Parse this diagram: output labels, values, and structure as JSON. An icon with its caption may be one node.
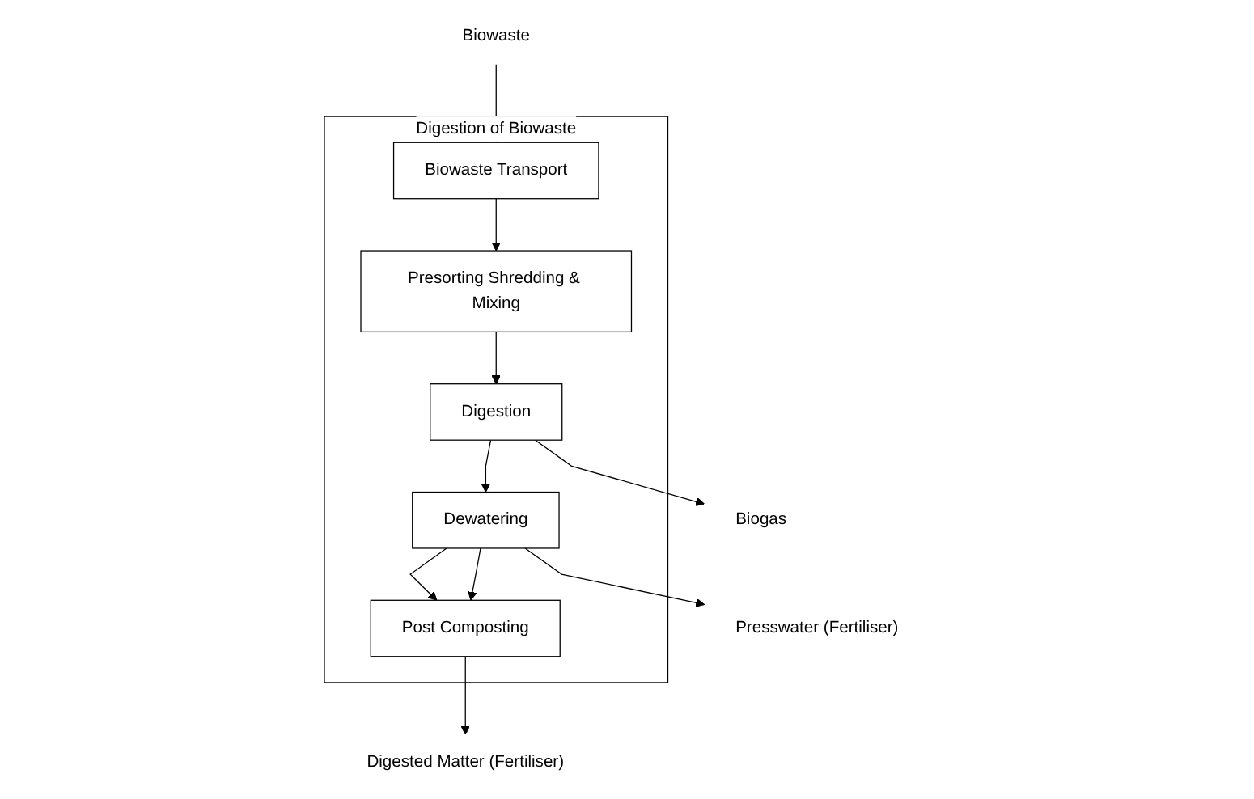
{
  "diagram": {
    "nodes": [
      {
        "text": [
          "Biowaste"
        ]
      },
      {
        "text": [
          "Digestion of Biowaste"
        ]
      },
      {
        "text": [
          "Biowaste Transport"
        ],
        "in": 1
      },
      {
        "text": [
          "Presorting Shredding & Mixing"
        ],
        "in": 1
      },
      {
        "text": [
          "Digestion"
        ],
        "in": 1
      },
      {
        "text": [
          "Dewatering"
        ],
        "in": 1
      },
      {
        "text": [
          "Post Composting"
        ],
        "in": 1
      },
      {
        "text": [
          "Presswater (Fertiliser)"
        ]
      },
      {
        "text": [
          "Digested Matter (Fertiliser)"
        ]
      },
      {
        "text": [
          "Biogas"
        ]
      }
    ],
    "edges": [
      {
        "from": 0,
        "to": 2,
        "arrow": "to"
      },
      {
        "from": 2,
        "to": 3,
        "arrow": "to"
      },
      {
        "from": 3,
        "to": 4,
        "arrow": "to"
      },
      {
        "from": 4,
        "to": 5,
        "arrow": "to"
      },
      {
        "from": 5,
        "to": 7,
        "arrow": "to"
      },
      {
        "from": 5,
        "to": 6,
        "arrow": "to"
      },
      {
        "from": 5,
        "to": 6,
        "arrow": "to"
      },
      {
        "from": 6,
        "to": 8,
        "arrow": "to"
      },
      {
        "from": 4,
        "to": 9,
        "arrow": "to"
      }
    ]
  }
}
